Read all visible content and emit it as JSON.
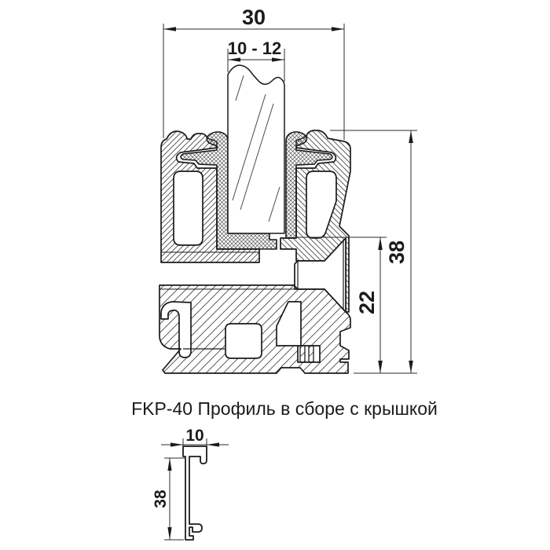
{
  "drawing": {
    "caption": "FKP-40 Профиль в сборе с крышкой",
    "main_view": {
      "dim_overall_width": "30",
      "dim_glass_thickness": "10 - 12",
      "dim_overall_height": "38",
      "dim_lower_height": "22"
    },
    "cover_view": {
      "dim_width": "10",
      "dim_height": "38"
    },
    "colors": {
      "line": "#1b1b1b",
      "hatch": "#4a4a4a",
      "background": "#ffffff"
    }
  }
}
